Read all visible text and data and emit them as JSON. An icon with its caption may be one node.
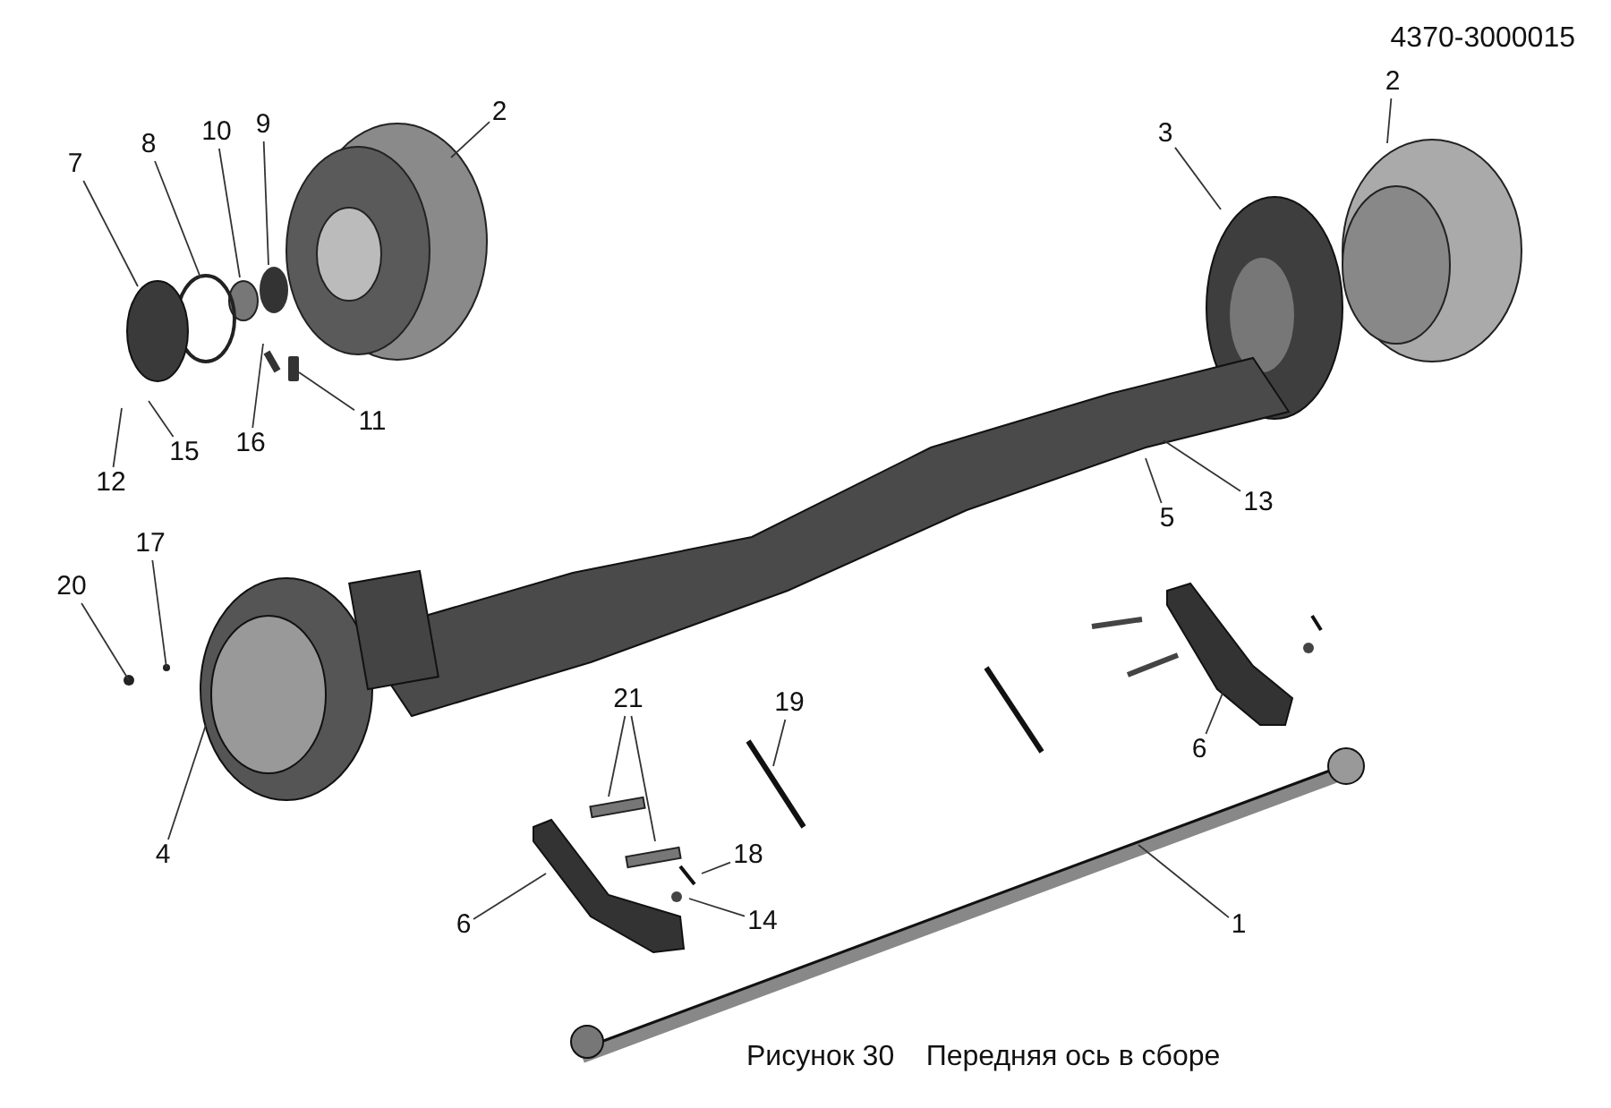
{
  "diagram": {
    "caption": "Рисунок 30    Передняя ось в сборе",
    "nodes": [
      {
        "text": [
          "2"
        ]
      },
      {
        "text": [
          "7"
        ]
      },
      {
        "text": [
          "8"
        ]
      },
      {
        "text": [
          "10"
        ]
      },
      {
        "text": [
          "9"
        ]
      },
      {
        "text": [
          "2"
        ]
      },
      {
        "text": [
          "3"
        ]
      },
      {
        "text": [
          "11"
        ]
      },
      {
        "text": [
          "16"
        ]
      },
      {
        "text": [
          "15"
        ]
      },
      {
        "text": [
          "12"
        ]
      },
      {
        "text": [
          "13"
        ]
      },
      {
        "text": [
          "5"
        ]
      },
      {
        "text": [
          "17"
        ]
      },
      {
        "text": [
          "20"
        ]
      },
      {
        "text": [
          "21"
        ]
      },
      {
        "text": [
          "19"
        ]
      },
      {
        "text": [
          "6"
        ]
      },
      {
        "text": [
          "4"
        ]
      },
      {
        "text": [
          "18"
        ]
      },
      {
        "text": [
          "6"
        ]
      },
      {
        "text": [
          "14"
        ]
      },
      {
        "text": [
          "1"
        ]
      },
      {
        "text": [],
        "shape": "bar"
      }
    ],
    "edges": [
      {
        "from": 0,
        "to": null,
        "arrow": "none"
      },
      {
        "from": 1,
        "to": null,
        "arrow": "none"
      },
      {
        "from": 2,
        "to": null,
        "arrow": "none"
      },
      {
        "from": 3,
        "to": null,
        "arrow": "none"
      },
      {
        "from": 4,
        "to": null,
        "arrow": "none"
      },
      {
        "from": 5,
        "to": null,
        "arrow": "none"
      },
      {
        "from": 6,
        "to": null,
        "arrow": "none"
      },
      {
        "from": 7,
        "to": 23,
        "arrow": "none"
      },
      {
        "from": 8,
        "to": null,
        "arrow": "none"
      },
      {
        "from": 9,
        "to": null,
        "arrow": "none"
      },
      {
        "from": 10,
        "to": null,
        "arrow": "none"
      },
      {
        "from": 11,
        "to": null,
        "arrow": "none"
      },
      {
        "from": 12,
        "to": null,
        "arrow": "none"
      },
      {
        "from": 13,
        "to": null,
        "arrow": "none"
      },
      {
        "from": 14,
        "to": null,
        "arrow": "none"
      },
      {
        "from": 15,
        "to": null,
        "arrow": "none"
      },
      {
        "from": 15,
        "to": null,
        "arrow": "none"
      },
      {
        "from": 16,
        "to": null,
        "arrow": "none"
      },
      {
        "from": 17,
        "to": null,
        "arrow": "none"
      },
      {
        "from": 18,
        "to": null,
        "arrow": "none"
      },
      {
        "from": 19,
        "to": null,
        "arrow": "none"
      },
      {
        "from": 20,
        "to": null,
        "arrow": "none"
      },
      {
        "from": 21,
        "to": null,
        "arrow": "none"
      },
      {
        "from": 22,
        "to": null,
        "arrow": "none"
      }
    ],
    "labels": [
      "4370-3000015"
    ]
  }
}
